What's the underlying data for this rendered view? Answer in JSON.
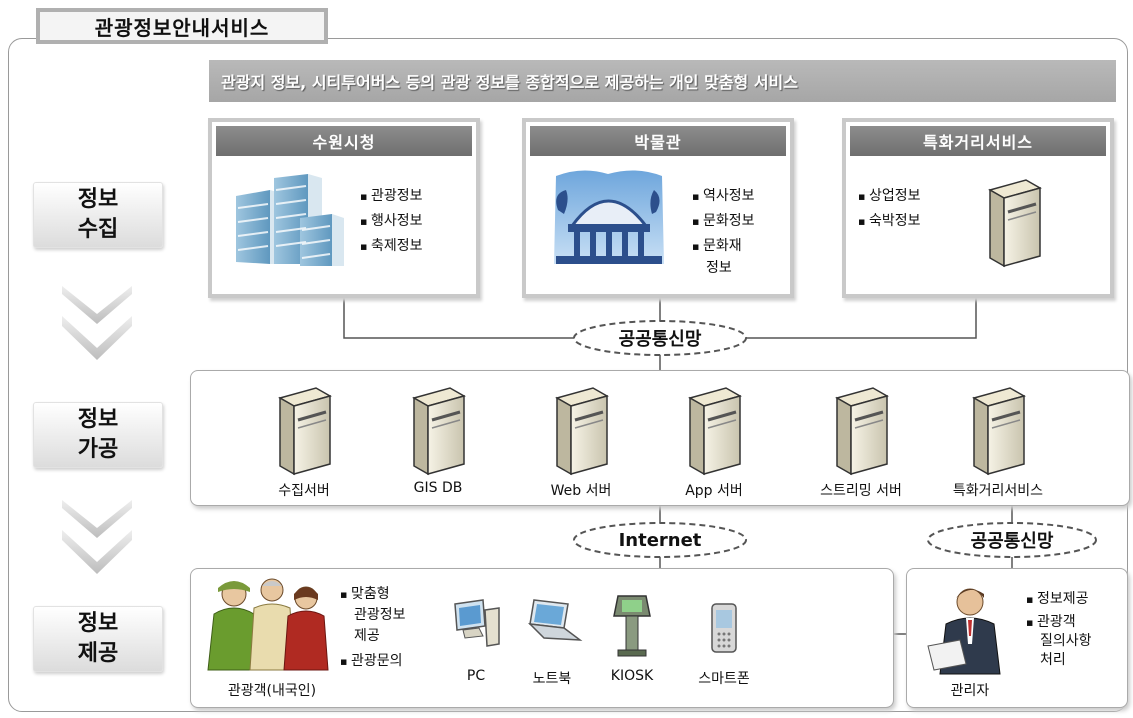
{
  "title": "관광정보안내서비스",
  "banner": "관광지 정보, 시티투어버스 등의 관광 정보를 종합적으로 제공하는 개인 맞춤형 서비스",
  "stages": [
    {
      "line1": "정보",
      "line2": "수집"
    },
    {
      "line1": "정보",
      "line2": "가공"
    },
    {
      "line1": "정보",
      "line2": "제공"
    }
  ],
  "sources": [
    {
      "title": "수원시청",
      "items": [
        "관광정보",
        "행사정보",
        "축제정보"
      ]
    },
    {
      "title": "박물관",
      "items": [
        "역사정보",
        "문화정보",
        "문화재",
        "정보"
      ]
    },
    {
      "title": "특화거리서비스",
      "items": [
        "상업정보",
        "숙박정보"
      ]
    }
  ],
  "networks": {
    "public1": "공공통신망",
    "internet": "Internet",
    "public2": "공공통신망"
  },
  "servers": [
    "수집서버",
    "GIS DB",
    "Web 서버",
    "App 서버",
    "스트리밍 서버",
    "특화거리서비스"
  ],
  "provide": {
    "user_label": "관광객(내국인)",
    "user_items": [
      "맞춤형",
      "관광정보",
      "제공",
      "관광문의"
    ],
    "devices": [
      "PC",
      "노트북",
      "KIOSK",
      "스마트폰"
    ]
  },
  "admin": {
    "label": "관리자",
    "items": [
      "정보제공",
      "관광객",
      "질의사항",
      "처리"
    ]
  }
}
